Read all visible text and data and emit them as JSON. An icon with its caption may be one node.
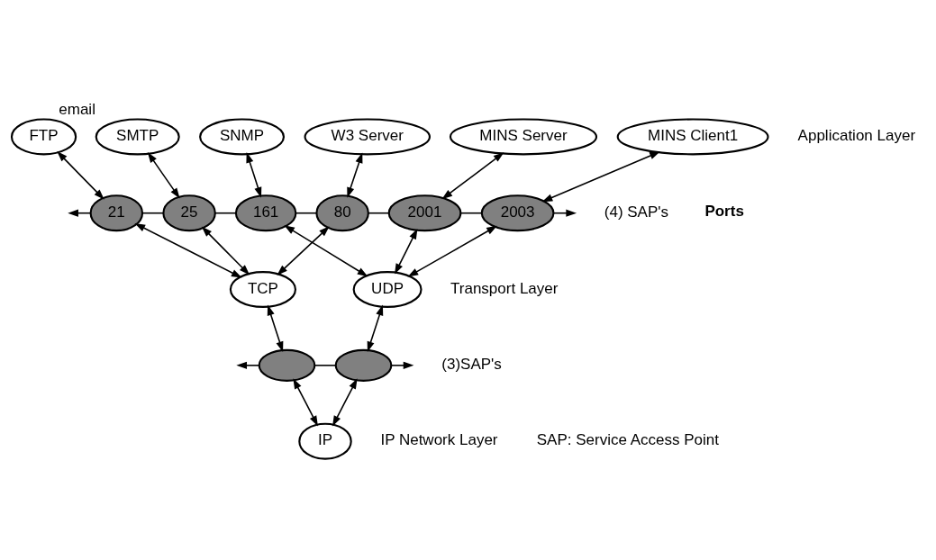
{
  "diagram": {
    "nodes": [
      {
        "text": [
          "FTP"
        ]
      },
      {
        "text": [
          "SMTP"
        ],
        "beside": [
          "email"
        ]
      },
      {
        "text": [
          "SNMP"
        ]
      },
      {
        "text": [
          "W3 Server"
        ]
      },
      {
        "text": [
          "MINS Server"
        ]
      },
      {
        "text": [
          "MINS Client1"
        ]
      },
      {
        "text": [
          "21"
        ]
      },
      {
        "text": [
          "25"
        ]
      },
      {
        "text": [
          "161"
        ]
      },
      {
        "text": [
          "80"
        ]
      },
      {
        "text": [
          "2001"
        ]
      },
      {
        "text": [
          "2003"
        ]
      },
      {
        "text": [
          "TCP"
        ]
      },
      {
        "text": [
          "UDP"
        ]
      },
      {
        "text": [],
        "shape": "circle"
      },
      {
        "text": [],
        "shape": "circle"
      },
      {
        "text": [
          "IP"
        ]
      }
    ],
    "edges": [
      {
        "from": 0,
        "to": 6,
        "arrow": "both"
      },
      {
        "from": 1,
        "to": 7,
        "arrow": "both"
      },
      {
        "from": 2,
        "to": 8,
        "arrow": "both"
      },
      {
        "from": 3,
        "to": 9,
        "arrow": "both"
      },
      {
        "from": 4,
        "to": 10,
        "arrow": "both"
      },
      {
        "from": 5,
        "to": 11,
        "arrow": "both"
      },
      {
        "from": 6,
        "to": null,
        "arrow": "to"
      },
      {
        "from": 6,
        "to": 7,
        "arrow": "none"
      },
      {
        "from": 7,
        "to": 8,
        "arrow": "none"
      },
      {
        "from": 8,
        "to": 9,
        "arrow": "none"
      },
      {
        "from": 9,
        "to": 10,
        "arrow": "none"
      },
      {
        "from": 10,
        "to": 11,
        "arrow": "none"
      },
      {
        "from": 11,
        "to": null,
        "arrow": "to"
      },
      {
        "from": 6,
        "to": 12,
        "arrow": "both"
      },
      {
        "from": 7,
        "to": 12,
        "arrow": "both"
      },
      {
        "from": 9,
        "to": 12,
        "arrow": "both"
      },
      {
        "from": 8,
        "to": 13,
        "arrow": "both"
      },
      {
        "from": 10,
        "to": 13,
        "arrow": "both"
      },
      {
        "from": 11,
        "to": 13,
        "arrow": "both"
      },
      {
        "from": 12,
        "to": 14,
        "arrow": "both"
      },
      {
        "from": 13,
        "to": 15,
        "arrow": "both"
      },
      {
        "from": 14,
        "to": null,
        "arrow": "to"
      },
      {
        "from": 14,
        "to": 15,
        "arrow": "none"
      },
      {
        "from": 15,
        "to": null,
        "arrow": "to"
      },
      {
        "from": 14,
        "to": 16,
        "arrow": "both"
      },
      {
        "from": 15,
        "to": 16,
        "arrow": "both"
      }
    ],
    "labels": [
      "Application Layer",
      "(4) SAP's",
      "Ports",
      "Transport Layer",
      "(3)SAP's",
      "IP Network Layer",
      "SAP: Service Access Point"
    ]
  }
}
